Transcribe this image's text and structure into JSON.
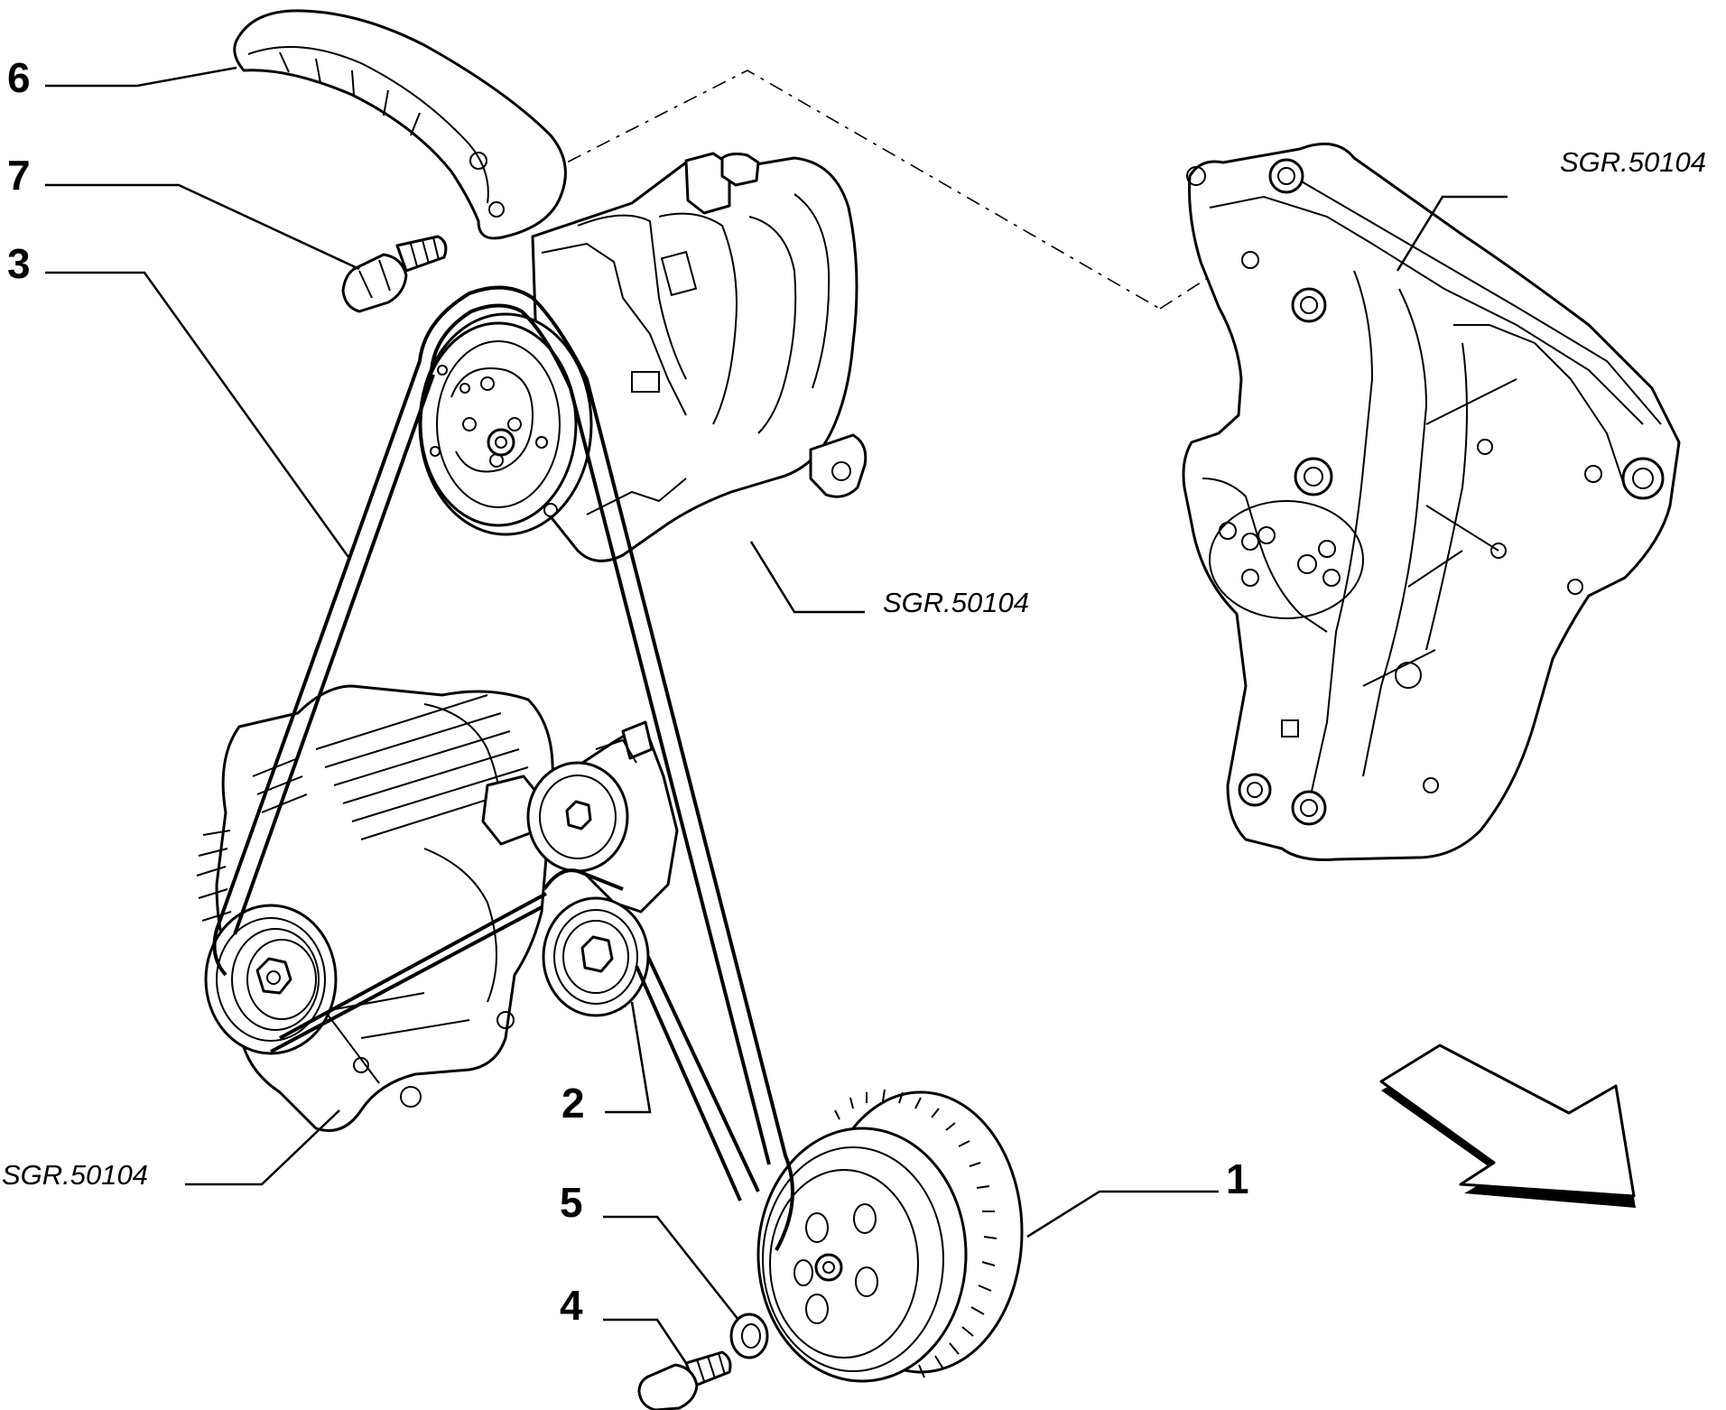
{
  "callouts": {
    "part_6": "6",
    "part_7": "7",
    "part_3": "3",
    "part_2": "2",
    "part_5": "5",
    "part_4": "4",
    "part_1": "1"
  },
  "references": {
    "ref_bracket": "SGR.50104",
    "ref_compressor": "SGR.50104",
    "ref_alternator": "SGR.50104"
  }
}
